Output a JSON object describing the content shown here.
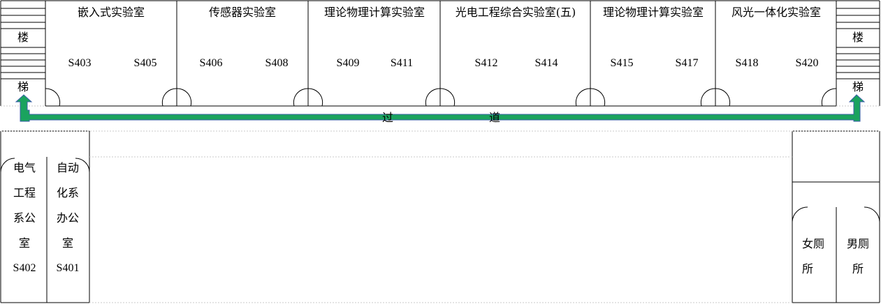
{
  "stairs": {
    "left_top": "楼",
    "left_bottom": "梯",
    "right_top": "楼",
    "right_bottom": "梯"
  },
  "labs": [
    {
      "name": "嵌入式实验室",
      "rooms": [
        "S403",
        "S405"
      ]
    },
    {
      "name": "传感器实验室",
      "rooms": [
        "S406",
        "S408"
      ]
    },
    {
      "name": "理论物理计算实验室",
      "rooms": [
        "S409",
        "S411"
      ]
    },
    {
      "name": "光电工程综合实验室(五)",
      "rooms": [
        "S412",
        "S414"
      ]
    },
    {
      "name": "理论物理计算实验室",
      "rooms": [
        "S415",
        "S417"
      ]
    },
    {
      "name": "风光一体化实验室",
      "rooms": [
        "S418",
        "S420"
      ]
    }
  ],
  "corridor": {
    "chars": [
      "过",
      "道"
    ]
  },
  "offices": [
    {
      "lines": [
        "电气",
        "工程",
        "系公",
        "室"
      ],
      "room": "S402"
    },
    {
      "lines": [
        "自动",
        "化系",
        "办公",
        "室"
      ],
      "room": "S401"
    }
  ],
  "toilets": {
    "women": [
      "女厕",
      "所"
    ],
    "men": [
      "男厕",
      "所"
    ]
  },
  "colors": {
    "arrow_fill": "#1aa35e",
    "arrow_outline": "#3a5fa8"
  }
}
